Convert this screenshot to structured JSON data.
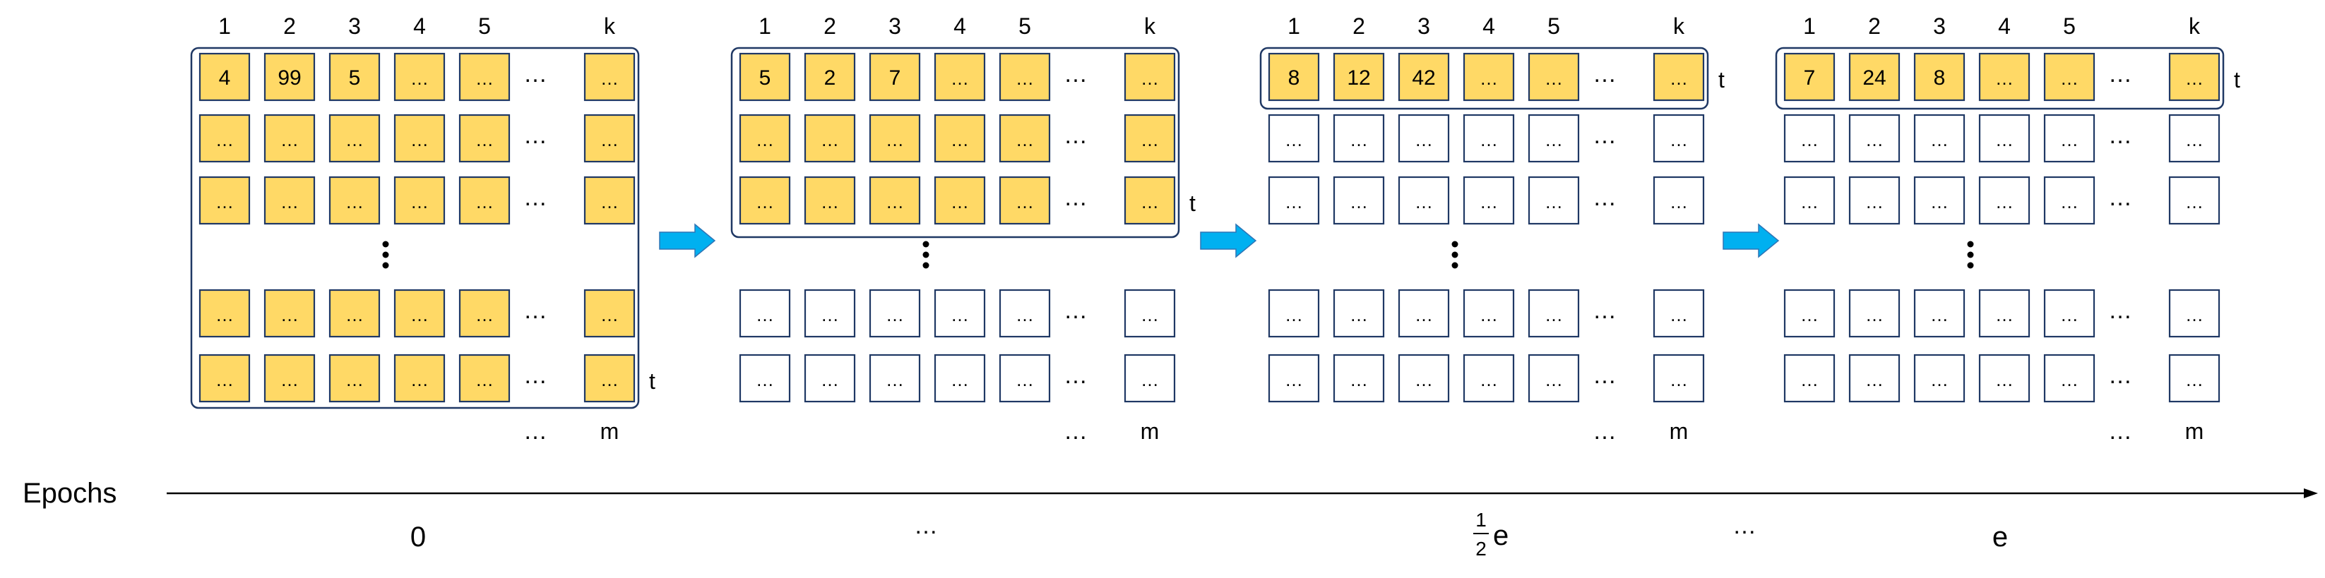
{
  "column_labels": [
    "1",
    "2",
    "3",
    "4",
    "5",
    "k"
  ],
  "row_end_label": "m",
  "col_ellipsis": "…",
  "row_marker": "t",
  "axis": {
    "label": "Epochs"
  },
  "epoch_ticks": [
    {
      "label": "0"
    },
    {
      "label": "…"
    },
    {
      "label": "e",
      "fraction_num": "1",
      "fraction_den": "2"
    },
    {
      "label": "…"
    },
    {
      "label": "e"
    }
  ],
  "colors": {
    "filled": "#FFD966",
    "empty": "#FFFFFF",
    "cell_stroke": "#1F3864",
    "arrow": "#00B0F0",
    "arrow_stroke": "#2E75B6",
    "frame_stroke": "#1F3864"
  },
  "panels": [
    {
      "highlight": "all",
      "t_at_row": 4,
      "cells": [
        [
          "4",
          "99",
          "5",
          "…",
          "…",
          "…"
        ],
        [
          "…",
          "…",
          "…",
          "…",
          "…",
          "…"
        ],
        [
          "…",
          "…",
          "…",
          "…",
          "…",
          "…"
        ],
        [
          "…",
          "…",
          "…",
          "…",
          "…",
          "…"
        ],
        [
          "…",
          "…",
          "…",
          "…",
          "…",
          "…"
        ]
      ]
    },
    {
      "highlight": "rows-0-2",
      "t_at_row": 2,
      "cells": [
        [
          "5",
          "2",
          "7",
          "…",
          "…",
          "…"
        ],
        [
          "…",
          "…",
          "…",
          "…",
          "…",
          "…"
        ],
        [
          "…",
          "…",
          "…",
          "…",
          "…",
          "…"
        ],
        [
          "…",
          "…",
          "…",
          "…",
          "…",
          "…"
        ],
        [
          "…",
          "…",
          "…",
          "…",
          "…",
          "…"
        ]
      ]
    },
    {
      "highlight": "row-0",
      "t_at_row": 0,
      "cells": [
        [
          "8",
          "12",
          "42",
          "…",
          "…",
          "…"
        ],
        [
          "…",
          "…",
          "…",
          "…",
          "…",
          "…"
        ],
        [
          "…",
          "…",
          "…",
          "…",
          "…",
          "…"
        ],
        [
          "…",
          "…",
          "…",
          "…",
          "…",
          "…"
        ],
        [
          "…",
          "…",
          "…",
          "…",
          "…",
          "…"
        ]
      ]
    },
    {
      "highlight": "row-0",
      "t_at_row": 0,
      "cells": [
        [
          "7",
          "24",
          "8",
          "…",
          "…",
          "…"
        ],
        [
          "…",
          "…",
          "…",
          "…",
          "…",
          "…"
        ],
        [
          "…",
          "…",
          "…",
          "…",
          "…",
          "…"
        ],
        [
          "…",
          "…",
          "…",
          "…",
          "…",
          "…"
        ],
        [
          "…",
          "…",
          "…",
          "…",
          "…",
          "…"
        ]
      ]
    }
  ]
}
